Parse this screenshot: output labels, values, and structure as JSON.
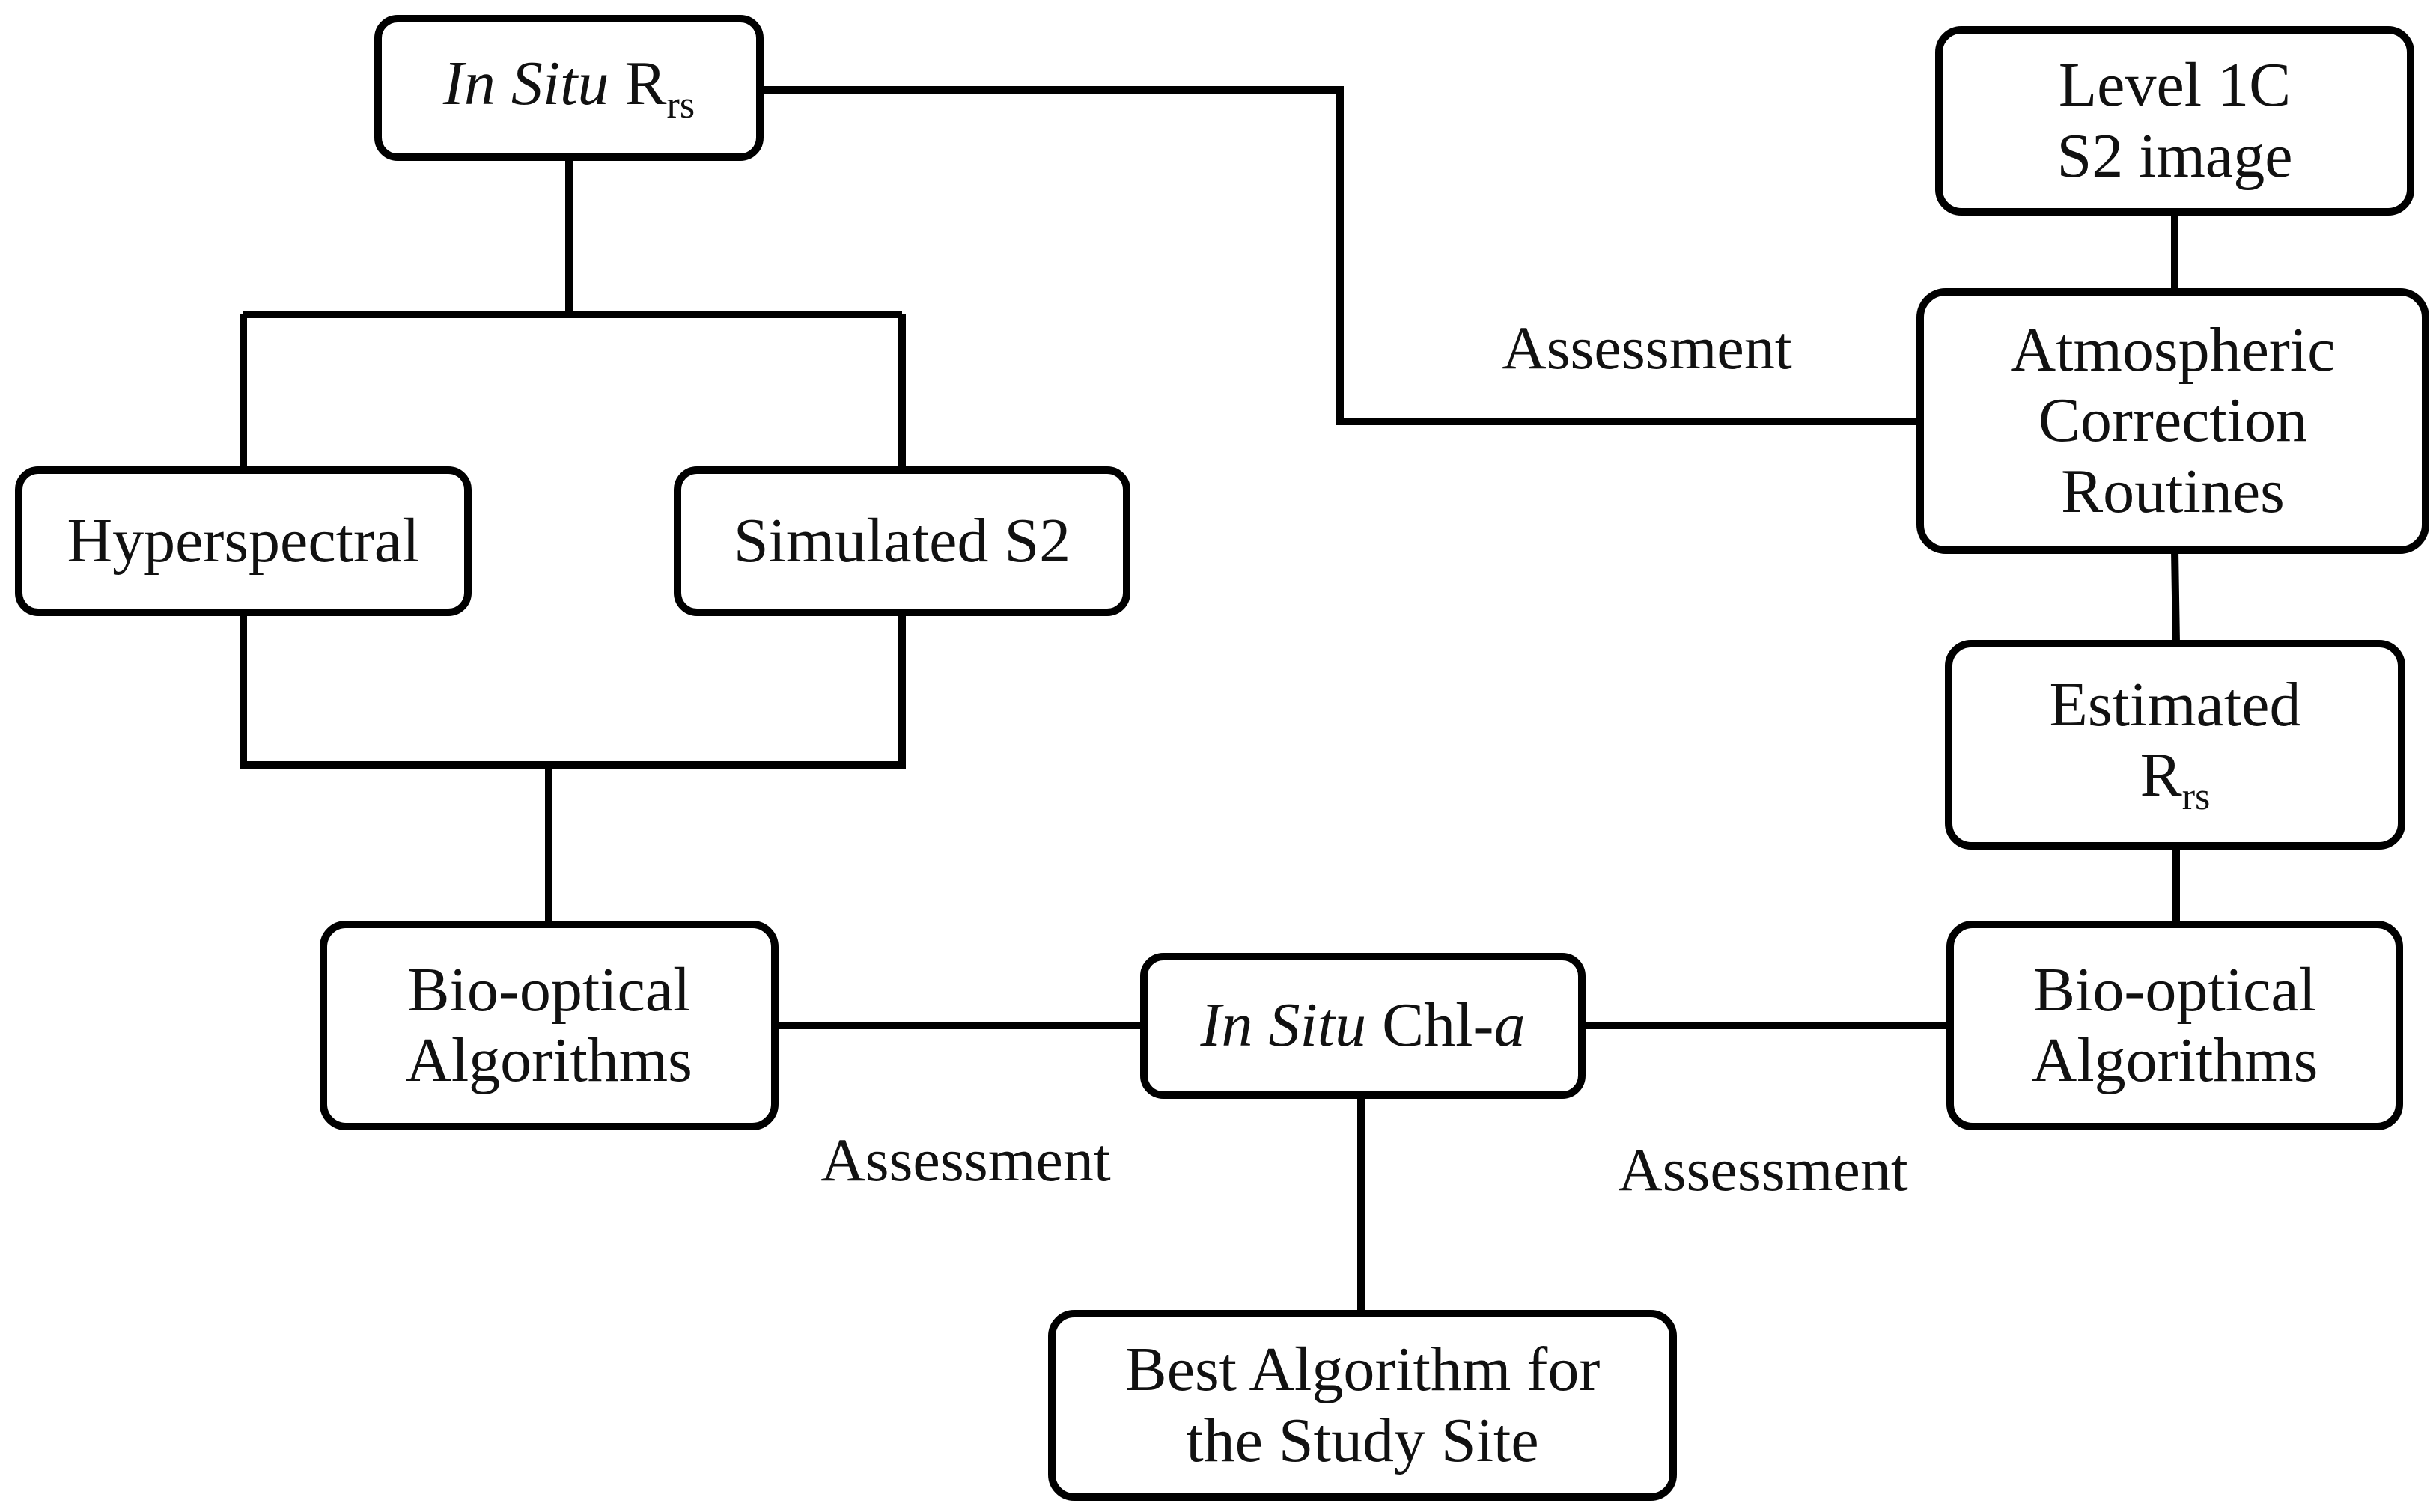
{
  "nodes": {
    "insitu_rrs": {
      "italic": "In Situ",
      "main": "R",
      "sub": "rs"
    },
    "hyperspectral": {
      "label": "Hyperspectral"
    },
    "simulated_s2": {
      "label": "Simulated S2"
    },
    "bio_optical_left": {
      "line1": "Bio-optical",
      "line2": "Algorithms"
    },
    "insitu_chl": {
      "italic": "In Situ",
      "main": "Chl-",
      "italic_suffix": "a"
    },
    "best_algorithm": {
      "line1": "Best Algorithm for",
      "line2": "the Study Site"
    },
    "level1c": {
      "line1": "Level 1C",
      "line2": "S2 image"
    },
    "atmospheric": {
      "line1": "Atmospheric",
      "line2": "Correction",
      "line3": "Routines"
    },
    "estimated_rrs": {
      "line1": "Estimated",
      "main": "R",
      "sub": "rs"
    },
    "bio_optical_right": {
      "line1": "Bio-optical",
      "line2": "Algorithms"
    }
  },
  "edge_labels": {
    "assessment_top": "Assessment",
    "assessment_bottom_left": "Assessment",
    "assessment_bottom_right": "Assessment"
  }
}
